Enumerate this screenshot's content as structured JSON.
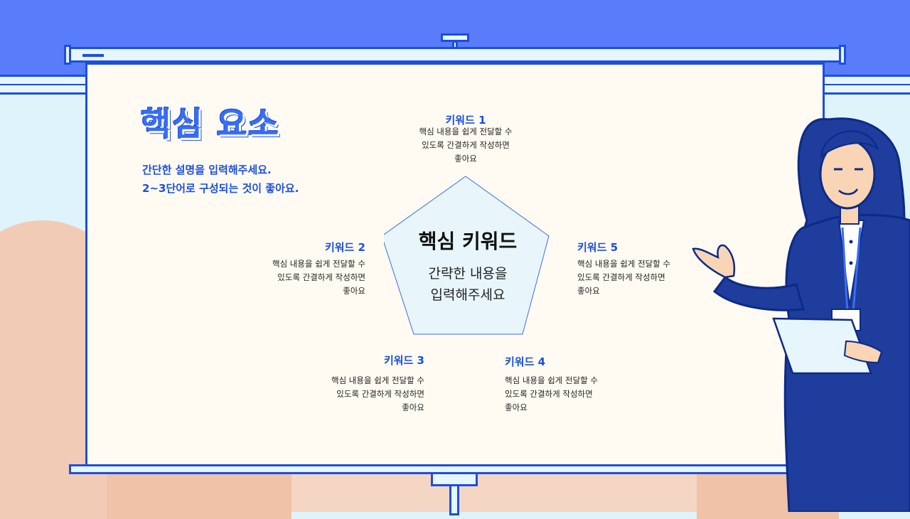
{
  "slide": {
    "title": "핵심 요소",
    "subtitle": "간단한 설명을 입력해주세요.\n2~3단어로 구성되는 것이 좋아요.",
    "center": {
      "title": "핵심 키워드",
      "description": "간략한 내용을\n입력해주세요"
    },
    "keywords": [
      {
        "title": "키워드 1",
        "description": "핵심 내용을 쉽게 전달할 수\n있도록 간결하게 작성하면\n좋아요"
      },
      {
        "title": "키워드 2",
        "description": "핵심 내용을 쉽게 전달할 수\n있도록 간결하게 작성하면\n좋아요"
      },
      {
        "title": "키워드 3",
        "description": "핵심 내용을 쉽게 전달할 수\n있도록 간결하게 작성하면\n좋아요"
      },
      {
        "title": "키워드 4",
        "description": "핵심 내용을 쉽게 전달할 수\n있도록 간결하게 작성하면\n좋아요"
      },
      {
        "title": "키워드 5",
        "description": "핵심 내용을 쉽게 전달할 수\n있도록 간결하게 작성하면\n좋아요"
      }
    ]
  },
  "colors": {
    "accent": "#1b4fe0",
    "sky": "#597cfb",
    "screen": "#fffbf3",
    "floor": "#f5d6c4"
  },
  "illustration": "presenter-woman"
}
